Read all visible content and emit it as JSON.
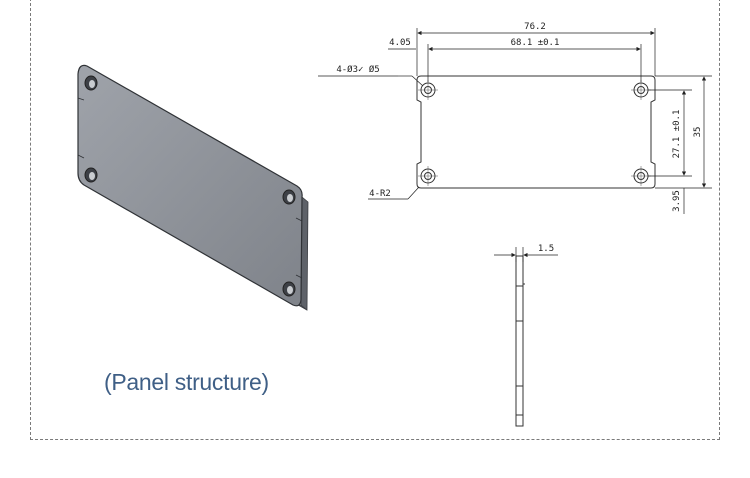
{
  "caption": {
    "text": "(Panel structure)"
  },
  "dimensions": {
    "overall_width": "76.2",
    "hole_spacing": "68.1 ±0.1",
    "edge_offset": "4.05",
    "hole_callout": "4-Ø3✓ Ø5",
    "radius_callout": "4-R2",
    "height": "35",
    "vertical_spacing": "27.1 ±0.1",
    "bottom_offset": "3.95",
    "thickness": "1.5"
  },
  "colors": {
    "caption": "#3f5f86",
    "panel_face": "#8e9299",
    "frame": "#7a7a7a"
  }
}
